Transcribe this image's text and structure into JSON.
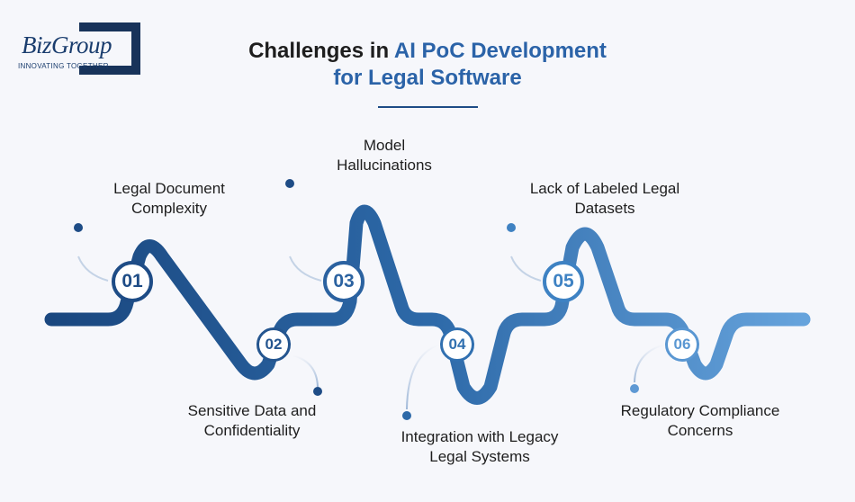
{
  "brand": {
    "name": "BizGroup",
    "tagline": "INNOVATING TOGETHER"
  },
  "title": {
    "part1": "Challenges in ",
    "highlight1": "AI PoC Development",
    "highlight2": "for Legal Software"
  },
  "colors": {
    "dark": "#1e4c86",
    "mid": "#2d6aa8",
    "light": "#5e99d4",
    "text": "#1e1e1e"
  },
  "challenges": [
    {
      "number": "01",
      "label_line1": "Legal Document",
      "label_line2": "Complexity"
    },
    {
      "number": "02",
      "label_line1": "Sensitive Data and",
      "label_line2": "Confidentiality"
    },
    {
      "number": "03",
      "label_line1": "Model",
      "label_line2": "Hallucinations"
    },
    {
      "number": "04",
      "label_line1": "Integration with Legacy",
      "label_line2": "Legal Systems"
    },
    {
      "number": "05",
      "label_line1": "Lack of Labeled Legal",
      "label_line2": "Datasets"
    },
    {
      "number": "06",
      "label_line1": "Regulatory Compliance",
      "label_line2": "Concerns"
    }
  ]
}
